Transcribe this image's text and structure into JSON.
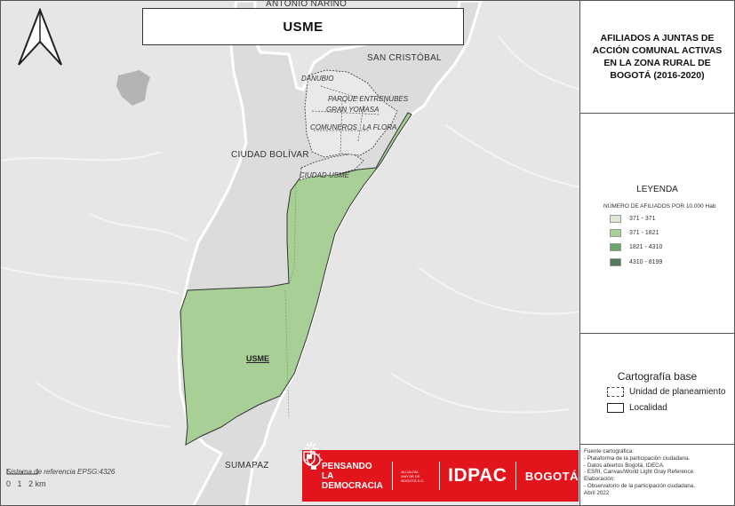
{
  "map": {
    "title": "USME",
    "labels": {
      "antonio_narino": "ANTONIO NARIÑO",
      "san_cristobal": "SAN CRISTÓBAL",
      "danubio": "DANUBIO",
      "parque_entrenubes": "PARQUE ENTRENUBES",
      "gran_yomasa": "GRAN YOMASA",
      "comuneros": "COMUNEROS",
      "la_flora": "LA FLORA",
      "ciudad_bolivar": "CIUDAD BOLÍVAR",
      "ciudad_usme": "CIUDAD USME",
      "usme": "USME",
      "sumapaz": "SUMAPAZ"
    },
    "scale": {
      "reference": "Sistema de referencia EPSG:4326",
      "tick_0": "0",
      "tick_1": "1",
      "tick_2": "2 km"
    }
  },
  "logos": {
    "pensando_line1": "PENSANDO LA",
    "pensando_line2": "DEMOCRACIA",
    "alcaldia": "ALCALDÍA MAYOR DE BOGOTÁ D.C.",
    "idpac": "IDPAC",
    "bogota": "BOGOTÁ"
  },
  "panel": {
    "title": "AFILIADOS A JUNTAS DE ACCIÓN COMUNAL ACTIVAS EN LA ZONA RURAL DE BOGOTÁ (2016-2020)",
    "legend": {
      "title": "LEYENDA",
      "subtitle": "NÚMERO DE AFILIADOS POR 10.000 Hab",
      "items": [
        {
          "label": "371 - 371",
          "color": "#dfe8d4"
        },
        {
          "label": "371 - 1821",
          "color": "#a8cf95"
        },
        {
          "label": "1821 - 4310",
          "color": "#6aa86a"
        },
        {
          "label": "4310 - 8199",
          "color": "#4f7a5d"
        }
      ]
    },
    "base": {
      "title": "Cartografía base",
      "planeamiento": "Unidad de planeamiento",
      "localidad": "Localidad"
    },
    "source": {
      "heading": "Fuente cartográfica:",
      "lines": [
        "- Plataforma de la participación ciudadana.",
        "- Datos abiertos Bogotá, IDECA.",
        "- ESRI, Canvas/World Light Gray Reference."
      ],
      "elab_heading": "Elaboración:",
      "elab_lines": [
        "- Observatorio de la participación ciudadana.",
        "Abril 2022"
      ]
    }
  },
  "colors": {
    "map_background": "#e6e6e6",
    "urban_area": "#dcdcdc",
    "usme_fill": "#a8cf95",
    "logo_red": "#e2141c"
  }
}
